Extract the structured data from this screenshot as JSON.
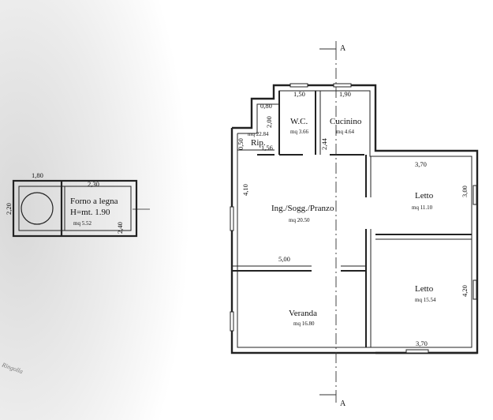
{
  "plan": {
    "section_marker": "A",
    "rooms": [
      {
        "id": "forno",
        "name": "Forno a legna",
        "height_note": "H=mt. 1.90",
        "area": "mq 5.52"
      },
      {
        "id": "wc",
        "name": "W.C.",
        "area": "mq 3.66"
      },
      {
        "id": "cucinino",
        "name": "Cucinino",
        "area": "mq 4.64"
      },
      {
        "id": "rip",
        "name": "Rip.",
        "area": "mq 22.84"
      },
      {
        "id": "soggiorno",
        "name": "Ing./Sogg./Pranzo",
        "area": "mq 20.50"
      },
      {
        "id": "letto1",
        "name": "Letto",
        "area": "mq 11.10"
      },
      {
        "id": "letto2",
        "name": "Letto",
        "area": "mq 15.54"
      },
      {
        "id": "veranda",
        "name": "Veranda",
        "area": "mq 16.80"
      }
    ],
    "dimensions": {
      "forno_top": "1,80",
      "forno_inner_top": "2,30",
      "forno_left": "2,20",
      "forno_right": "2,40",
      "wc_width": "1,50",
      "cucinino_width": "1,90",
      "rip_top": "0,80",
      "rip_side": "2,00",
      "rip_bottom": "1,56",
      "rip_left": "0,50",
      "cucinino_side": "2,44",
      "soggiorno_side": "4,10",
      "soggiorno_bottom": "5,00",
      "letto1_width": "3,70",
      "letto1_side": "3,00",
      "letto2_side": "4,20",
      "letto2_width": "3,70"
    },
    "margin_note": "Ringolla"
  }
}
